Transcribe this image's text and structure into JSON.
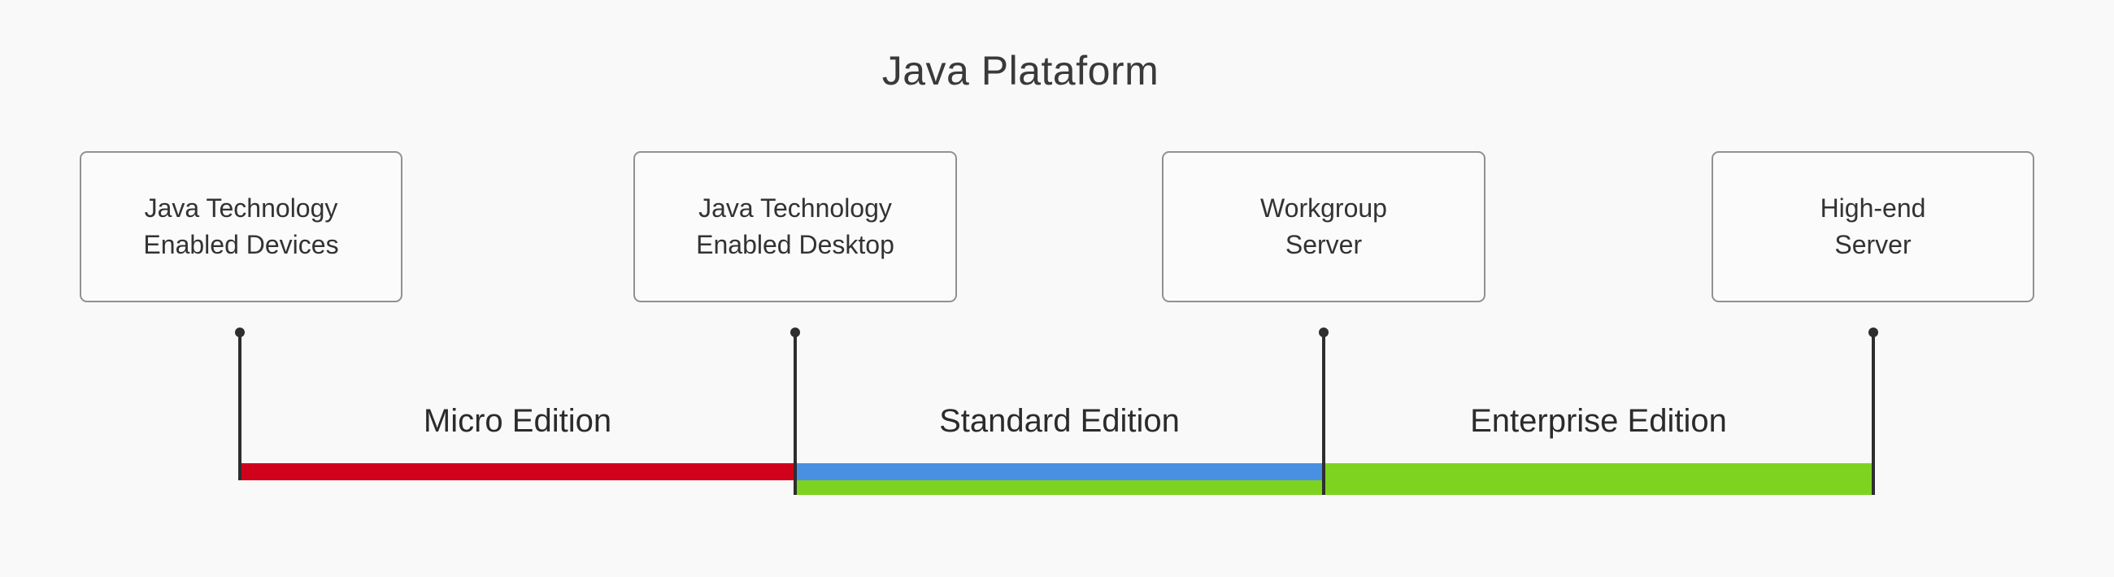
{
  "page": {
    "title": "Java Plataform",
    "background": "#F9F9F9"
  },
  "nodes": [
    {
      "line1": "Java Technology",
      "line2": "Enabled Devices"
    },
    {
      "line1": "Java Technology",
      "line2": "Enabled Desktop"
    },
    {
      "line1": "Workgroup",
      "line2": "Server"
    },
    {
      "line1": "High-end",
      "line2": "Server"
    }
  ],
  "editions": [
    {
      "label": "Micro Edition",
      "color": "#D0021B"
    },
    {
      "label": "Standard Edition",
      "color": "#4A90E2"
    },
    {
      "label": "Enterprise Edition",
      "color": "#7ED321"
    }
  ],
  "colors": {
    "box_border": "#919191",
    "box_text": "#333333",
    "connector": "#2E2E2E",
    "title_text": "#3A3A3A"
  }
}
